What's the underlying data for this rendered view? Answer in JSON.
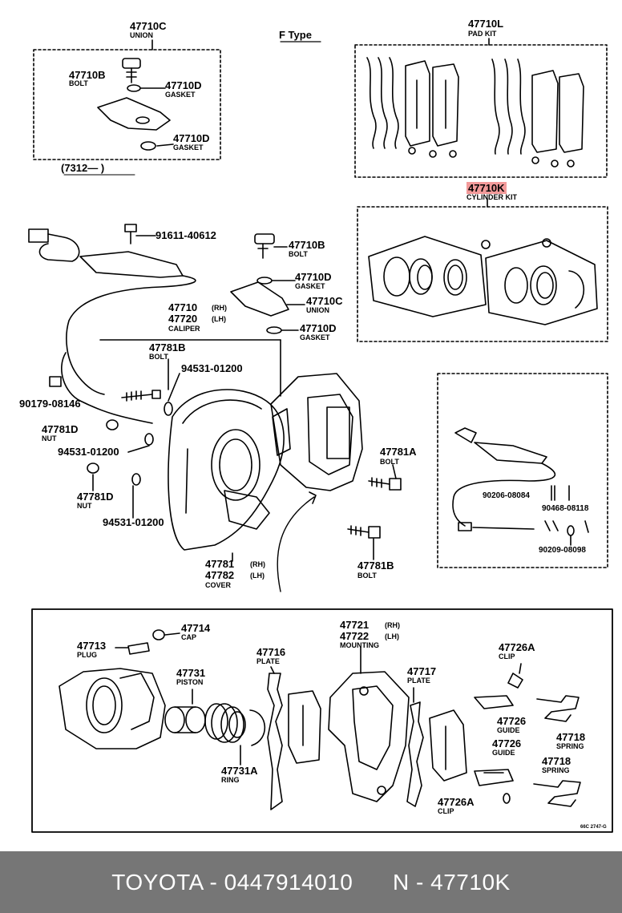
{
  "colors": {
    "highlight": "#f29a9a",
    "footer_bg": "#767676",
    "footer_text": "#ffffff",
    "ink": "#000000"
  },
  "section_title": "F Type",
  "header_parts": {
    "union": {
      "num": "47710C",
      "name": "UNION"
    },
    "pad_kit": {
      "num": "47710L",
      "name": "PAD KIT"
    }
  },
  "union_box": {
    "bolt": {
      "num": "47710B",
      "name": "BOLT"
    },
    "gasket_a": {
      "num": "47710D",
      "name": "GASKET"
    },
    "gasket_b": {
      "num": "47710D",
      "name": "GASKET"
    },
    "date_note": "(7312—        )"
  },
  "cylinder_kit": {
    "num": "47710K",
    "name": "CYLINDER KIT"
  },
  "caliper_area": {
    "part_91611": "91611-40612",
    "bolt_b": {
      "num": "47710B",
      "name": "BOLT"
    },
    "gasket_d1": {
      "num": "47710D",
      "name": "GASKET"
    },
    "union_c": {
      "num": "47710C",
      "name": "UNION"
    },
    "caliper_rh": {
      "num": "47710",
      "side": "(RH)"
    },
    "caliper_lh": {
      "num": "47720",
      "side": "(LH)",
      "name": "CALIPER"
    },
    "gasket_d2": {
      "num": "47710D",
      "name": "GASKET"
    },
    "bolt_781b": {
      "num": "47781B",
      "name": "BOLT"
    },
    "part_94531_a": "94531-01200",
    "part_90179": "90179-08146",
    "nut_781d_a": {
      "num": "47781D",
      "name": "NUT"
    },
    "part_94531_b": "94531-01200",
    "nut_781d_b": {
      "num": "47781D",
      "name": "NUT"
    },
    "part_94531_c": "94531-01200",
    "cover_rh": {
      "num": "47781",
      "side": "(RH)"
    },
    "cover_lh": {
      "num": "47782",
      "side": "(LH)",
      "name": "COVER"
    },
    "bolt_781a": {
      "num": "47781A",
      "name": "BOLT"
    },
    "bolt_781b2": {
      "num": "47781B",
      "name": "BOLT"
    }
  },
  "wire_box": {
    "part_90206": "90206-08084",
    "part_90468": "90468-08118",
    "part_90209": "90209-08098"
  },
  "bottom_box": {
    "plug": {
      "num": "47713",
      "name": "PLUG"
    },
    "cap": {
      "num": "47714",
      "name": "CAP"
    },
    "piston": {
      "num": "47731",
      "name": "PISTON"
    },
    "ring": {
      "num": "47731A",
      "name": "RING"
    },
    "plate_a": {
      "num": "47716",
      "name": "PLATE"
    },
    "mounting_rh": {
      "num": "47721",
      "side": "(RH)"
    },
    "mounting_lh": {
      "num": "47722",
      "side": "(LH)",
      "name": "MOUNTING"
    },
    "plate_b": {
      "num": "47717",
      "name": "PLATE"
    },
    "clip_a": {
      "num": "47726A",
      "name": "CLIP"
    },
    "guide_a": {
      "num": "47726",
      "name": "GUIDE"
    },
    "spring_a": {
      "num": "47718",
      "name": "SPRING"
    },
    "guide_b": {
      "num": "47726",
      "name": "GUIDE"
    },
    "spring_b": {
      "num": "47718",
      "name": "SPRING"
    },
    "clip_b": {
      "num": "47726A",
      "name": "CLIP"
    },
    "corner_code": "66C 2747-G"
  },
  "footer": {
    "text": "TOYOTA - 0447914010      N - 47710K"
  }
}
